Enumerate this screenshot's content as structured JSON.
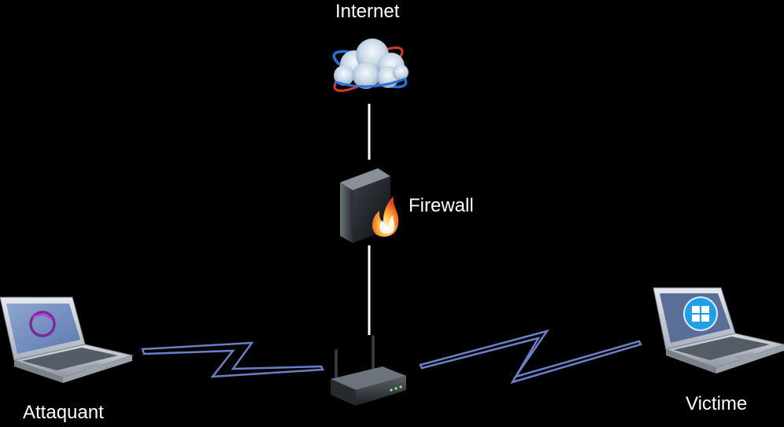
{
  "nodes": {
    "internet": {
      "label": "Internet",
      "icon": "cloud-icon"
    },
    "firewall": {
      "label": "Firewall",
      "icon": "firewall-icon"
    },
    "router": {
      "label": "",
      "icon": "wireless-router-icon"
    },
    "attacker": {
      "label": "Attaquant",
      "icon": "laptop-icon"
    },
    "victim": {
      "label": "Victime",
      "icon": "laptop-icon"
    }
  },
  "links": [
    {
      "from": "internet",
      "to": "firewall",
      "type": "wired"
    },
    {
      "from": "firewall",
      "to": "router",
      "type": "wired"
    },
    {
      "from": "attacker",
      "to": "router",
      "type": "wireless"
    },
    {
      "from": "victim",
      "to": "router",
      "type": "wireless"
    }
  ],
  "colors": {
    "background": "#000000",
    "text": "#ffffff",
    "wired_link": "#ffffff",
    "wireless_link": "#6b7fc4"
  }
}
